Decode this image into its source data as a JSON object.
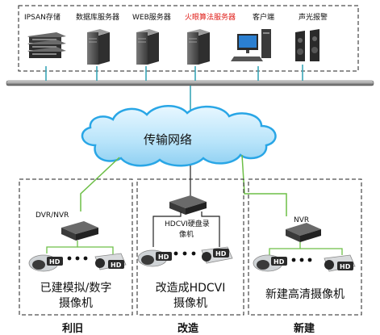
{
  "top_devices": {
    "ipsan": "IPSAN存储",
    "db_server": "数据库服务器",
    "web_server": "WEB服务器",
    "fire_eye_server": "火眼算法服务器",
    "client": "客户端",
    "alarm": "声光报警"
  },
  "network": {
    "label": "传输网络"
  },
  "zones": [
    {
      "recorder": "DVR/NVR",
      "camera_badge": "HD",
      "caption_line1": "已建模拟/数字",
      "caption_line2": "摄像机",
      "footer": "利旧"
    },
    {
      "recorder_line1": "HDCVI硬盘录",
      "recorder_line2": "像机",
      "camera_badge": "HD",
      "caption_line1": "改造成HDCVI",
      "caption_line2": "摄像机",
      "footer": "改造"
    },
    {
      "recorder": "NVR",
      "camera_badge": "HD",
      "caption_line1": "新建高清摄像机",
      "caption_line2": "",
      "footer": "新建"
    }
  ],
  "colors": {
    "server_red": "#e0201b",
    "link_green": "#6dbf47",
    "cable_teal": "#3aa6b7",
    "cloud_blue": "#29a6e6"
  }
}
